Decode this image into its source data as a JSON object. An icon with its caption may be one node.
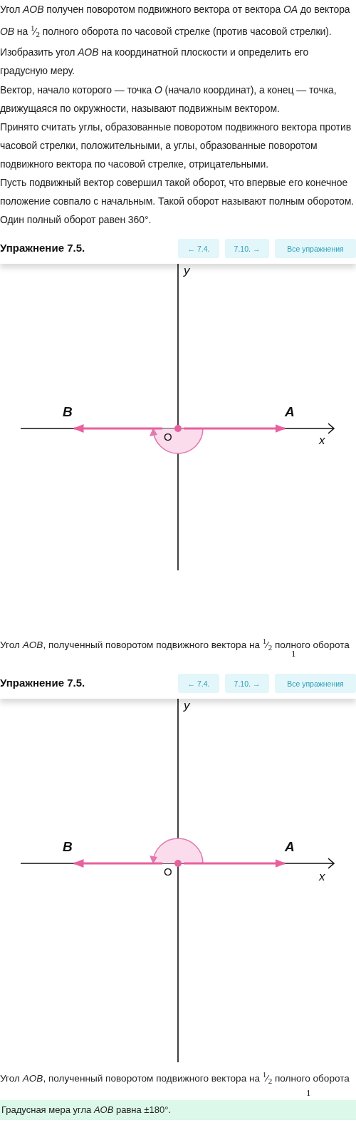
{
  "diagram": {
    "nodes": [
      {
        "text": [
          "B"
        ]
      },
      {
        "text": [
          "A"
        ]
      },
      {
        "text": [
          "O"
        ]
      },
      {
        "text": [
          "B"
        ]
      },
      {
        "text": [
          "A"
        ]
      },
      {
        "text": [
          "O"
        ]
      }
    ],
    "edges": [
      {
        "from": 2,
        "to": 1,
        "arrow": "to"
      },
      {
        "from": 2,
        "to": 0,
        "arrow": "to"
      },
      {
        "from": 5,
        "to": 4,
        "arrow": "to"
      },
      {
        "from": 5,
        "to": 3,
        "arrow": "to"
      }
    ],
    "labels": [
      "Угол *AOB* получен поворотом подвижного вектора от вектора *OA* до вектора *OB* на $^{1}$⁄$_{2}$ полного оборота по часовой стрелке (против часовой стрелки).",
      "Изобразить угол *AOB* на координатной плоскости и определить его градусную меру.",
      "Вектор, начало которого — точка *O* (начало координат), а конец — точка, движущаяся по окружности, называют подвижным вектором.",
      "Принято считать углы, образованные поворотом подвижного вектора против часовой стрелки, положительными, а углы, образованные поворотом подвижного вектора по часовой стрелке, отрицательными.",
      "Пусть подвижный вектор совершил такой оборот, что впервые его конечное положение совпало с начальным. Такой оборот называют полным оборотом. Один полный оборот равен 360°.",
      "Упражнение 7.5.",
      "← 7.4.",
      "7.10. →",
      "Все упражнения",
      "y",
      "x",
      "Угол *AOB*, полученный поворотом подвижного вектора на $^{1}$⁄$_{2}$ полного оборота",
      "1",
      "Упражнение 7.5.",
      "← 7.4.",
      "7.10. →",
      "Все упражнения",
      "y",
      "x",
      "Угол *AOB*, полученный поворотом подвижного вектора на $^{1}$⁄$_{2}$ полного оборота",
      "1",
      "Градусная мера угла *AOB* равна ±180°."
    ]
  }
}
